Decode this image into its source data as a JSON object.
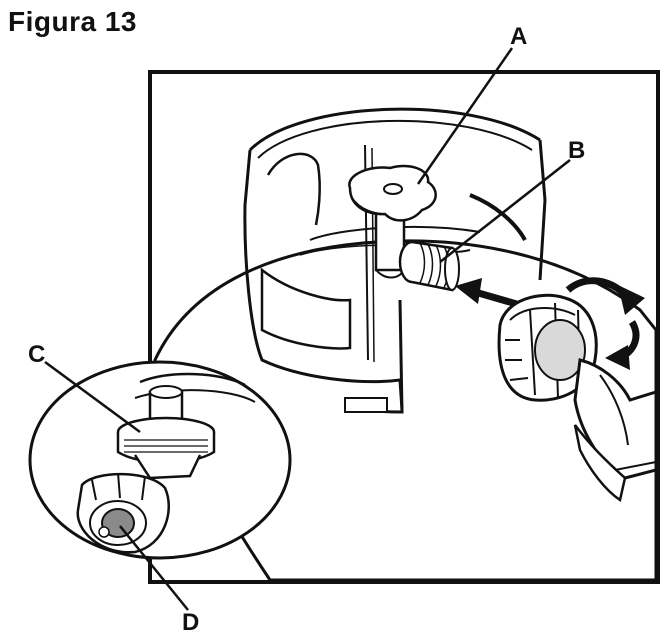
{
  "figure": {
    "title": "Figura 13"
  },
  "callouts": {
    "a": "A",
    "b": "B",
    "c": "C",
    "d": "D"
  },
  "colors": {
    "line": "#111111",
    "paper": "#ffffff",
    "shade": "#d9d9d9",
    "dark_shade": "#8a8a8a"
  }
}
